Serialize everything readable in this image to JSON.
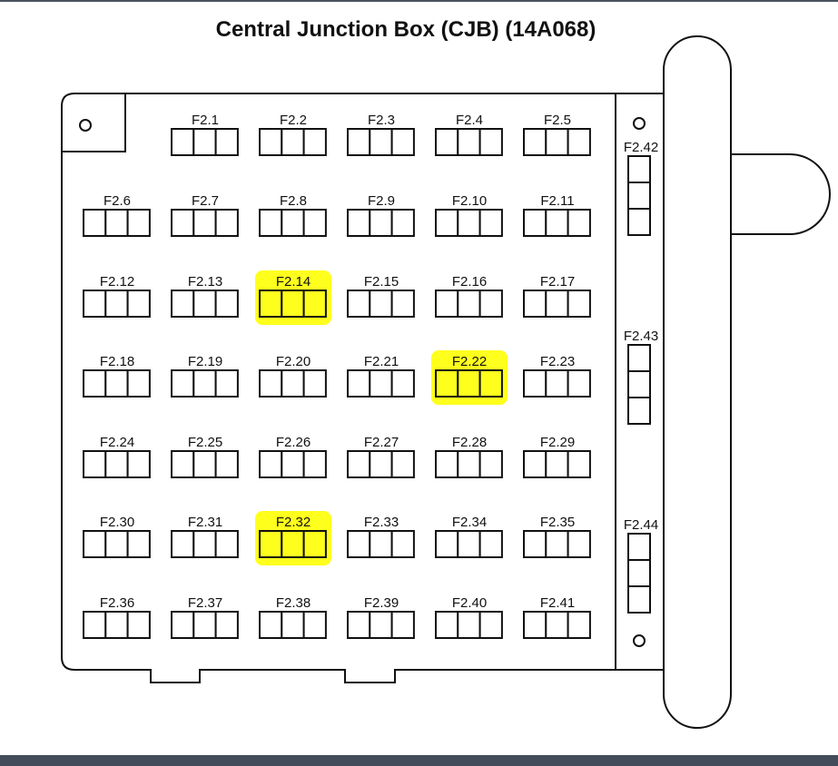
{
  "title": "Central Junction Box (CJB) (14A068)",
  "highlight_color": "#ffff1e",
  "bottom_bar_color": "#424c5b",
  "grid_fuses": [
    [
      "F2.1",
      "F2.2",
      "F2.3",
      "F2.4",
      "F2.5"
    ],
    [
      "F2.6",
      "F2.7",
      "F2.8",
      "F2.9",
      "F2.10",
      "F2.11"
    ],
    [
      "F2.12",
      "F2.13",
      "F2.14",
      "F2.15",
      "F2.16",
      "F2.17"
    ],
    [
      "F2.18",
      "F2.19",
      "F2.20",
      "F2.21",
      "F2.22",
      "F2.23"
    ],
    [
      "F2.24",
      "F2.25",
      "F2.26",
      "F2.27",
      "F2.28",
      "F2.29"
    ],
    [
      "F2.30",
      "F2.31",
      "F2.32",
      "F2.33",
      "F2.34",
      "F2.35"
    ],
    [
      "F2.36",
      "F2.37",
      "F2.38",
      "F2.39",
      "F2.40",
      "F2.41"
    ]
  ],
  "side_fuses": [
    "F2.42",
    "F2.43",
    "F2.44"
  ],
  "highlighted": [
    "F2.14",
    "F2.22",
    "F2.32"
  ]
}
